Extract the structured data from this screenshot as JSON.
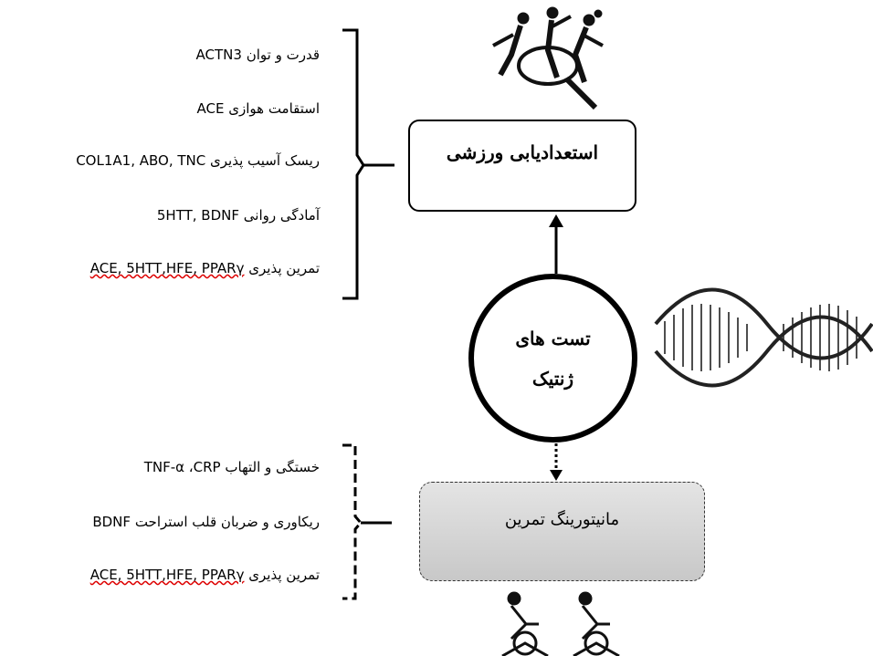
{
  "top_box": {
    "label": "استعدادیابی ورزشی"
  },
  "bottom_box": {
    "label": "مانیتورینگ تمرین"
  },
  "center_circle": {
    "line1": "تست های",
    "line2": "ژنتیک"
  },
  "top_labels": [
    {
      "persian": "قدرت و توان",
      "genes": "ACTN3"
    },
    {
      "persian": "استقامت هوازی",
      "genes": "ACE"
    },
    {
      "persian": "ریسک آسیب پذیری",
      "genes": "COL1A1, ABO, TNC"
    },
    {
      "persian": "آمادگی روانی",
      "genes": "5HTT, BDNF"
    },
    {
      "persian": "تمرین پذیری",
      "genes": "ACE, 5HTT,HFE, PPARγ"
    }
  ],
  "bottom_labels": [
    {
      "persian": "خستگی و التهاب",
      "genes": "TNF-α ،CRP"
    },
    {
      "persian": "ریکاوری و ضربان قلب استراحت",
      "genes": "BDNF"
    },
    {
      "persian": "تمرین پذیری",
      "genes": "ACE, 5HTT,HFE, PPARγ"
    }
  ],
  "icons": {
    "athletes": "athletes-silhouette-icon",
    "dna": "dna-helix-icon",
    "cyclists": "cyclist-icon"
  }
}
